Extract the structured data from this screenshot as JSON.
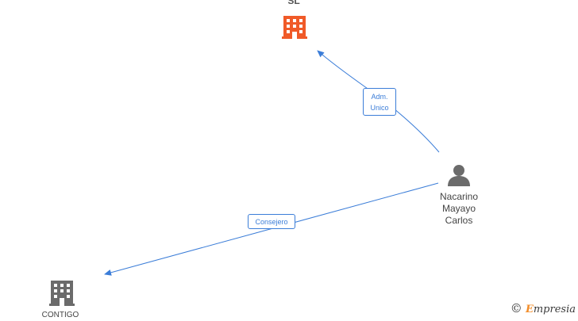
{
  "nodes": {
    "company_top": {
      "name": "SL",
      "color": "#f05a28"
    },
    "company_bottom": {
      "name": "CONTIGO",
      "color": "#6b6b6b"
    },
    "person": {
      "name_line1": "Nacarino",
      "name_line2": "Mayayo",
      "name_line3": "Carlos",
      "color": "#6b6b6b"
    }
  },
  "edges": {
    "to_top": {
      "label_line1": "Adm.",
      "label_line2": "Unico",
      "color": "#3b7dd8"
    },
    "to_bottom": {
      "label": "Consejero",
      "color": "#3b7dd8"
    }
  },
  "brand": {
    "symbol": "©",
    "initial": "E",
    "rest": "mpresia"
  }
}
